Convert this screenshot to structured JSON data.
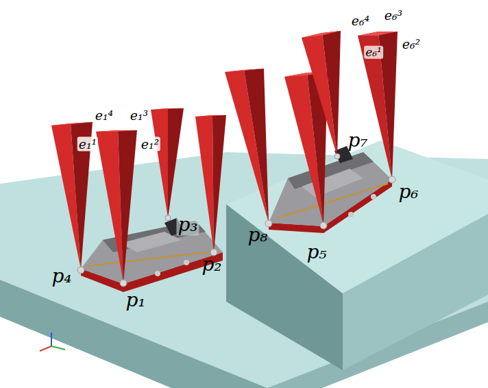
{
  "diagram": {
    "labels": [
      "e₁⁴",
      "e₁³",
      "e₁¹",
      "e₁²",
      "e₆⁴",
      "e₆³",
      "e₆¹",
      "e₆²",
      "p₇",
      "p₃",
      "p₆",
      "p₈",
      "p₅",
      "p₄",
      "p₂",
      "p₁"
    ]
  }
}
